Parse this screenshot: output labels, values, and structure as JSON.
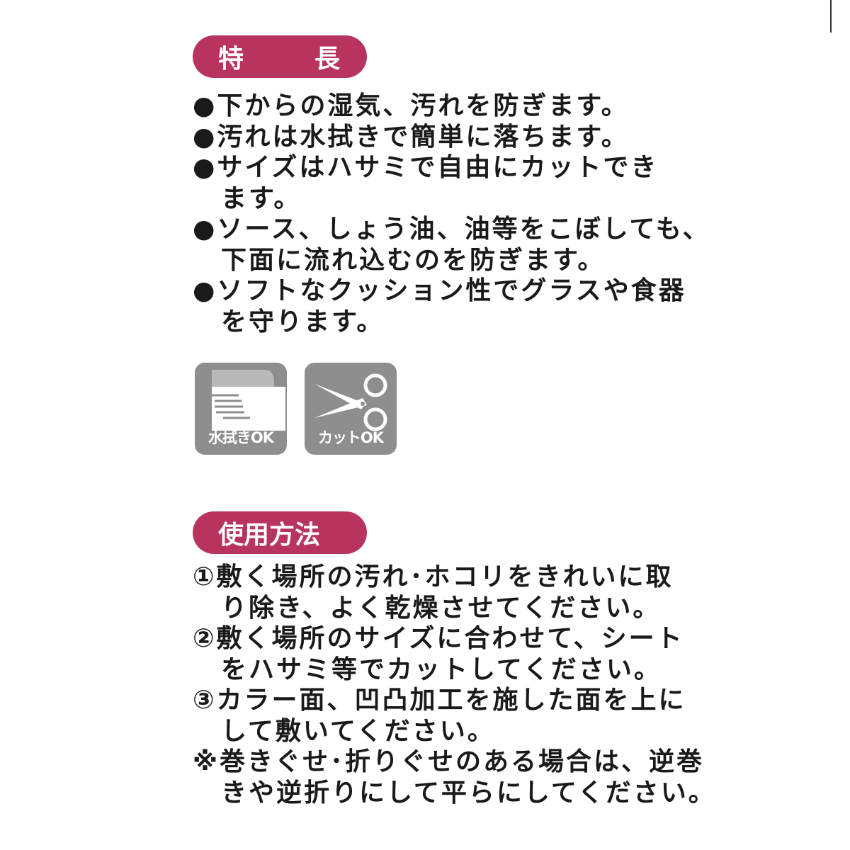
{
  "features": {
    "heading": [
      "特",
      "長"
    ],
    "lines": [
      {
        "text": "●下からの湿気、汚れを防ぎます。",
        "indent": false
      },
      {
        "text": "●汚れは水拭きで簡単に落ちます。",
        "indent": false
      },
      {
        "text": "●サイズはハサミで自由にカットでき",
        "indent": false
      },
      {
        "text": "ます。",
        "indent": true
      },
      {
        "text": "●ソース、しょう油、油等をこぼしても、",
        "indent": false
      },
      {
        "text": "下面に流れ込むのを防ぎます。",
        "indent": true
      },
      {
        "text": "●ソフトなクッション性でグラスや食器",
        "indent": false
      },
      {
        "text": "を守ります。",
        "indent": true
      }
    ]
  },
  "icons": [
    {
      "name": "wipe-icon",
      "label": "水拭きOK"
    },
    {
      "name": "scissors-icon",
      "label": "カットOK"
    }
  ],
  "usage": {
    "heading": "使用方法",
    "lines": [
      {
        "text": "①敷く場所の汚れ･ホコリをきれいに取",
        "indent": false
      },
      {
        "text": "り除き、よく乾燥させてください。",
        "indent": true
      },
      {
        "text": "②敷く場所のサイズに合わせて、シート",
        "indent": false
      },
      {
        "text": "をハサミ等でカットしてください。",
        "indent": true
      },
      {
        "text": "③カラー面、凹凸加工を施した面を上に",
        "indent": false
      },
      {
        "text": "して敷いてください。",
        "indent": true
      },
      {
        "text": "※巻きぐせ･折りぐせのある場合は、逆巻",
        "indent": false
      },
      {
        "text": "きや逆折りにして平らにしてください。",
        "indent": true
      }
    ]
  },
  "colors": {
    "accent": "#b8345f",
    "icon_bg": "#8e8e8e"
  }
}
